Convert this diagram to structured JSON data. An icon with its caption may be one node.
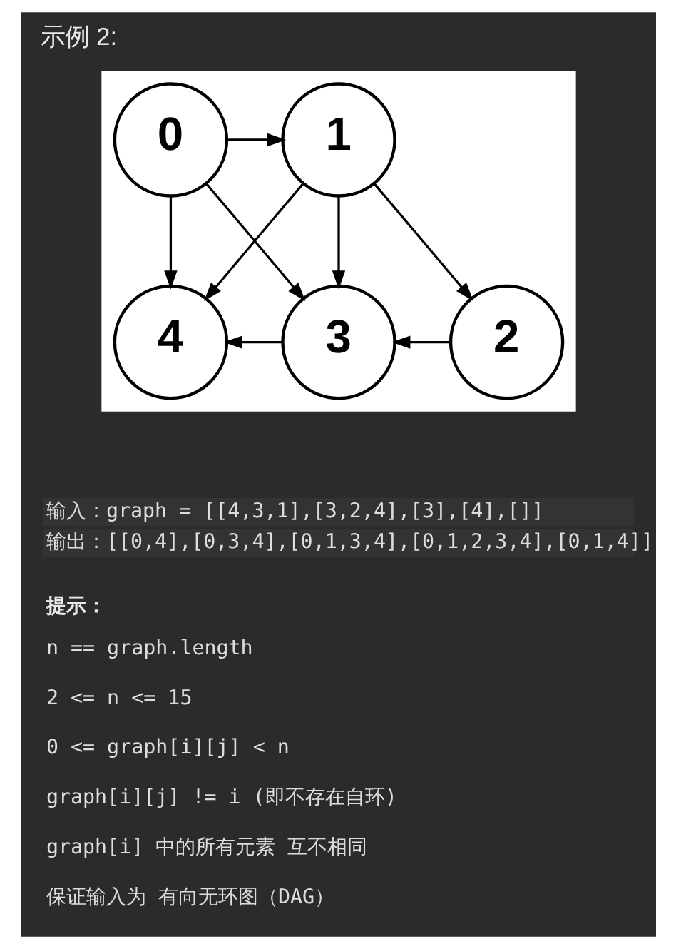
{
  "diagram": {
    "title": "示例 2:",
    "nodes": [
      {
        "text": [],
        "shape": "box"
      },
      {
        "text": [
          "0"
        ],
        "in": 0
      },
      {
        "text": [
          "1"
        ],
        "in": 0
      },
      {
        "text": [
          "4"
        ],
        "in": 0
      },
      {
        "text": [
          "3"
        ],
        "in": 0
      },
      {
        "text": [
          "2"
        ],
        "in": 0
      }
    ],
    "edges": [
      {
        "from": 1,
        "to": 2,
        "arrow": "to"
      },
      {
        "from": 2,
        "to": 3,
        "arrow": "to"
      },
      {
        "from": 1,
        "to": 3,
        "arrow": "to"
      },
      {
        "from": 1,
        "to": 4,
        "arrow": "to"
      },
      {
        "from": 2,
        "to": 4,
        "arrow": "to"
      },
      {
        "from": 2,
        "to": 5,
        "arrow": "to"
      },
      {
        "from": 4,
        "to": 3,
        "arrow": "to"
      },
      {
        "from": 5,
        "to": 4,
        "arrow": "to"
      }
    ],
    "labels": [
      "输入：graph = [[4,3,1],[3,2,4],[3],[4],[]]",
      "输出：[[0,4],[0,3,4],[0,1,3,4],[0,1,2,3,4],[0,1,4]]",
      "提示：",
      "n == graph.length",
      "2 <= n <= 15",
      "0 <= graph[i][j] < n",
      "graph[i][j] != i (即不存在自环)",
      "graph[i] 中的所有元素 互不相同",
      "保证输入为 有向无环图（DAG）"
    ]
  }
}
